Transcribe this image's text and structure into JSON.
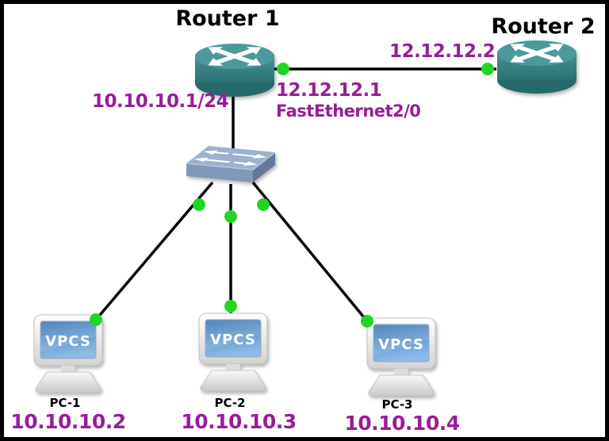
{
  "diagram": {
    "type": "network-topology",
    "nodes": {
      "router1": {
        "label": "Router 1"
      },
      "router2": {
        "label": "Router 2"
      },
      "switch1": {
        "label": ""
      },
      "pc1": {
        "label": "PC-1",
        "ip": "10.10.10.2",
        "screen_text": "VPCS"
      },
      "pc2": {
        "label": "PC-2",
        "ip": "10.10.10.3",
        "screen_text": "VPCS"
      },
      "pc3": {
        "label": "PC-3",
        "ip": "10.10.10.4",
        "screen_text": "VPCS"
      }
    },
    "interface_labels": {
      "router1_lan_ip": "10.10.10.1/24",
      "router1_wan_ip": "12.12.12.1",
      "router1_wan_iface": "FastEthernet2/0",
      "router2_wan_ip": "12.12.12.2"
    },
    "colors": {
      "ip_label": "#981d98",
      "node_label": "#000000",
      "link": "#000000",
      "endpoint_up": "#23d523",
      "router_fill": "#3d8e90",
      "switch_fill": "#8ba5c6",
      "background": "#ffffff",
      "border": "#000000"
    }
  }
}
